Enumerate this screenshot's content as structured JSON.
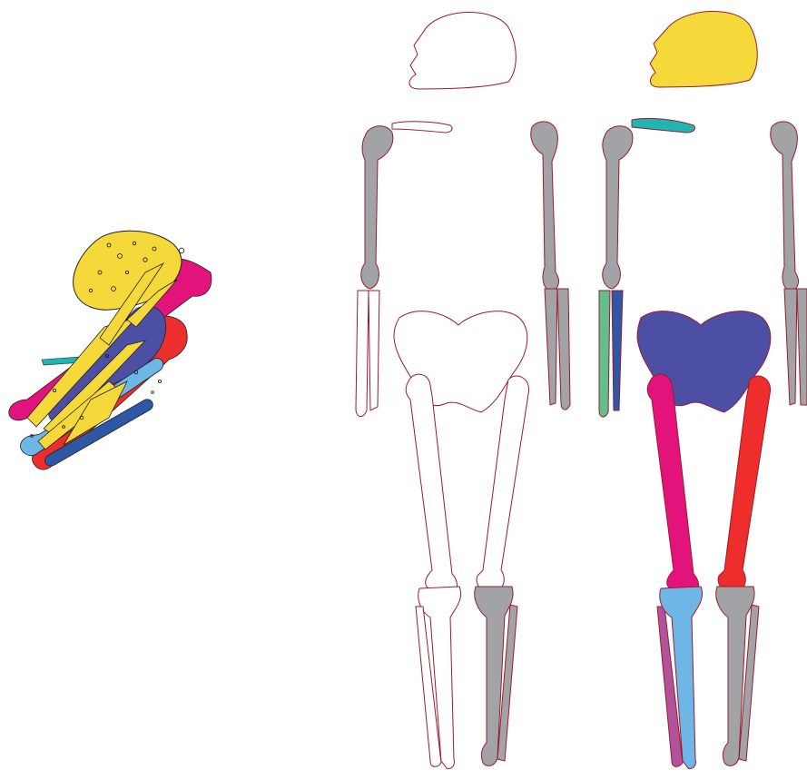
{
  "colors": {
    "outline": "#9b1b2a",
    "gray": "#a2a3a6",
    "skull": "#f5d93a",
    "clavicle": "#1fb5b5",
    "pelvis": "#4c4fa3",
    "femur_left": "#e2137a",
    "femur_right": "#ee2e2d",
    "tibia": "#6eb6e6",
    "fibula": "#b0539b",
    "radius": "#62bf8c",
    "ulna": "#2e57a6",
    "white": "#ffffff"
  },
  "figures": [
    {
      "id": "in-situ-burial",
      "description_visible": false
    },
    {
      "id": "skeleton-outline-template"
    },
    {
      "id": "skeleton-colored-preserved-elements"
    }
  ]
}
